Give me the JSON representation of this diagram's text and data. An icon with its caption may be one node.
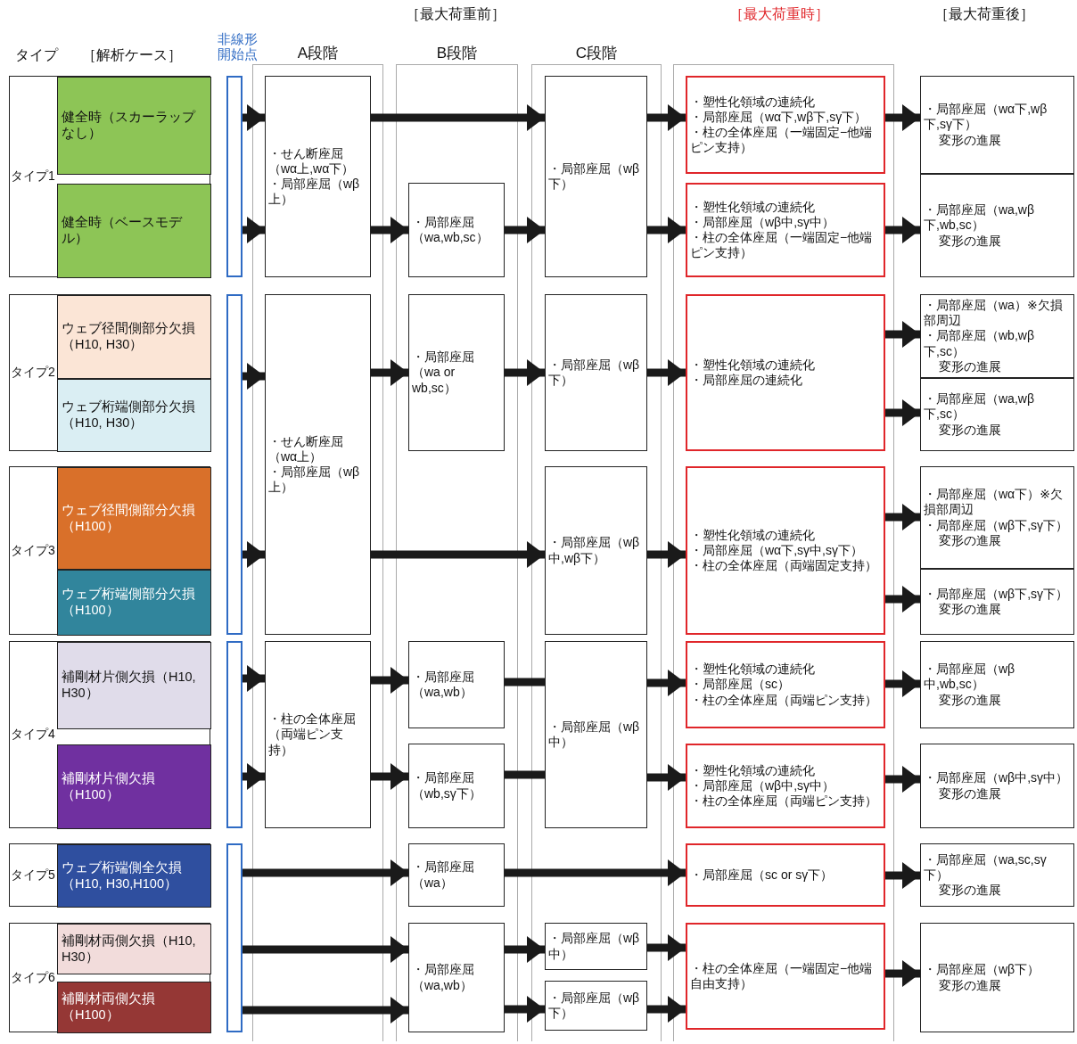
{
  "diagram": {
    "nodes": [
      {
        "text": [
          "タイプ1"
        ]
      },
      {
        "text": [
          "健全時（スカーラップなし）"
        ],
        "in": 0
      },
      {
        "text": [
          "健全時（ベースモデル）"
        ],
        "in": 0
      },
      {
        "text": [
          "タイプ2"
        ]
      },
      {
        "text": [
          "ウェブ径間側部分欠損（H10, H30）"
        ],
        "in": 3
      },
      {
        "text": [
          "ウェブ桁端側部分欠損（H10, H30）"
        ],
        "in": 3
      },
      {
        "text": [
          "タイプ3"
        ]
      },
      {
        "text": [
          "ウェブ径間側部分欠損（H100）"
        ],
        "in": 6
      },
      {
        "text": [
          "ウェブ桁端側部分欠損（H100）"
        ],
        "in": 6
      },
      {
        "text": [
          "タイプ4"
        ]
      },
      {
        "text": [
          "補剛材片側欠損（H10, H30）"
        ],
        "in": 9
      },
      {
        "text": [
          "補剛材片側欠損（H100）"
        ],
        "in": 9
      },
      {
        "text": [
          "タイプ5"
        ]
      },
      {
        "text": [
          "ウェブ桁端側全欠損（H10, H30,H100）"
        ],
        "in": 12
      },
      {
        "text": [
          "タイプ6"
        ]
      },
      {
        "text": [
          "補剛材両側欠損（H10, H30）"
        ],
        "in": 14
      },
      {
        "text": [
          "補剛材両側欠損（H100）"
        ],
        "in": 14
      },
      {
        "text": [],
        "shape": "bar"
      },
      {
        "text": [],
        "shape": "bar"
      },
      {
        "text": [],
        "shape": "bar"
      },
      {
        "text": [],
        "shape": "bar"
      },
      {
        "text": [
          "A段階"
        ]
      },
      {
        "text": [
          "・せん断座屈（wα上,wα下）",
          "・局部座屈（wβ上）"
        ],
        "in": 21
      },
      {
        "text": [
          "・せん断座屈（wα上）",
          "・局部座屈（wβ上）"
        ],
        "in": 21
      },
      {
        "text": [
          "・柱の全体座屈（両端ピン支持）"
        ],
        "in": 21
      },
      {
        "text": [
          "B段階"
        ]
      },
      {
        "text": [
          "・局部座屈（wa,wb,sc）"
        ],
        "in": 25
      },
      {
        "text": [
          "・局部座屈（wa or wb,sc）"
        ],
        "in": 25
      },
      {
        "text": [
          "・局部座屈（wa,wb）"
        ],
        "in": 25
      },
      {
        "text": [
          "・局部座屈（wb,sγ下）"
        ],
        "in": 25
      },
      {
        "text": [
          "・局部座屈（wa）"
        ],
        "in": 25
      },
      {
        "text": [
          "・局部座屈（wa,wb）"
        ],
        "in": 25
      },
      {
        "text": [
          "C段階"
        ]
      },
      {
        "text": [
          "・局部座屈（wβ下）"
        ],
        "in": 32
      },
      {
        "text": [
          "・局部座屈（wβ下）"
        ],
        "in": 32
      },
      {
        "text": [
          "・局部座屈（wβ中,wβ下）"
        ],
        "in": 32
      },
      {
        "text": [
          "・局部座屈（wβ中）"
        ],
        "in": 32
      },
      {
        "text": [
          "・局部座屈（wβ中）"
        ],
        "in": 32
      },
      {
        "text": [
          "・局部座屈（wβ下）"
        ],
        "in": 32
      },
      {
        "text": [],
        "shape": "box"
      },
      {
        "text": [
          "・塑性化領域の連続化",
          "・局部座屈（wα下,wβ下,sγ下）",
          "・柱の全体座屈（一端固定−他端ピン支持）"
        ],
        "in": 39
      },
      {
        "text": [
          "・塑性化領域の連続化",
          "・局部座屈（wβ中,sγ中）",
          "・柱の全体座屈（一端固定−他端ピン支持）"
        ],
        "in": 39
      },
      {
        "text": [
          "・塑性化領域の連続化",
          "・局部座屈の連続化"
        ],
        "in": 39
      },
      {
        "text": [
          "・塑性化領域の連続化",
          "・局部座屈（wα下,sγ中,sγ下）",
          "・柱の全体座屈（両端固定支持）"
        ],
        "in": 39
      },
      {
        "text": [
          "・塑性化領域の連続化",
          "・局部座屈（sc）",
          "・柱の全体座屈（両端ピン支持）"
        ],
        "in": 39
      },
      {
        "text": [
          "・塑性化領域の連続化",
          "・局部座屈（wβ中,sγ中）",
          "・柱の全体座屈（両端ピン支持）"
        ],
        "in": 39
      },
      {
        "text": [
          "・局部座屈（sc or sγ下）"
        ],
        "in": 39
      },
      {
        "text": [
          "・柱の全体座屈（一端固定−他端自由支持）"
        ],
        "in": 39
      },
      {
        "text": [
          "・局部座屈（wα下,wβ下,sγ下）",
          "変形の進展"
        ]
      },
      {
        "text": [
          "・局部座屈（wa,wβ下,wb,sc）",
          "変形の進展"
        ]
      },
      {
        "text": [
          "・局部座屈（wa）※欠損部周辺",
          "・局部座屈（wb,wβ下,sc）",
          "変形の進展"
        ]
      },
      {
        "text": [
          "・局部座屈（wa,wβ下,sc）",
          "変形の進展"
        ]
      },
      {
        "text": [
          "・局部座屈（wα下）※欠損部周辺",
          "・局部座屈（wβ下,sγ下）",
          "変形の進展"
        ]
      },
      {
        "text": [
          "・局部座屈（wβ下,sγ下）",
          "変形の進展"
        ]
      },
      {
        "text": [
          "・局部座屈（wβ中,wb,sc）",
          "変形の進展"
        ]
      },
      {
        "text": [
          "・局部座屈（wβ中,sγ中）",
          "変形の進展"
        ]
      },
      {
        "text": [
          "・局部座屈（wa,sc,sγ下）",
          "変形の進展"
        ]
      },
      {
        "text": [
          "・局部座屈（wβ下）",
          "変形の進展"
        ]
      }
    ],
    "edges": [
      {
        "from": 17,
        "to": 22,
        "arrow": "to"
      },
      {
        "from": 17,
        "to": 22,
        "arrow": "to"
      },
      {
        "from": 22,
        "to": 33,
        "arrow": "to"
      },
      {
        "from": 22,
        "to": 26,
        "arrow": "to"
      },
      {
        "from": 26,
        "to": 33,
        "arrow": "to"
      },
      {
        "from": 33,
        "to": 40,
        "arrow": "to"
      },
      {
        "from": 33,
        "to": 41,
        "arrow": "to"
      },
      {
        "from": 40,
        "to": 48,
        "arrow": "to"
      },
      {
        "from": 41,
        "to": 49,
        "arrow": "to"
      },
      {
        "from": 18,
        "to": 23,
        "arrow": "to"
      },
      {
        "from": 18,
        "to": 23,
        "arrow": "to"
      },
      {
        "from": 23,
        "to": 27,
        "arrow": "to"
      },
      {
        "from": 27,
        "to": 34,
        "arrow": "to"
      },
      {
        "from": 34,
        "to": 42,
        "arrow": "to"
      },
      {
        "from": 42,
        "to": 50,
        "arrow": "to"
      },
      {
        "from": 42,
        "to": 51,
        "arrow": "to"
      },
      {
        "from": 23,
        "to": 35,
        "arrow": "to"
      },
      {
        "from": 35,
        "to": 43,
        "arrow": "to"
      },
      {
        "from": 43,
        "to": 52,
        "arrow": "to"
      },
      {
        "from": 43,
        "to": 53,
        "arrow": "to"
      },
      {
        "from": 19,
        "to": 24,
        "arrow": "to"
      },
      {
        "from": 19,
        "to": 24,
        "arrow": "to"
      },
      {
        "from": 24,
        "to": 28,
        "arrow": "to"
      },
      {
        "from": 24,
        "to": 29,
        "arrow": "to"
      },
      {
        "from": 28,
        "to": 36,
        "arrow": "none"
      },
      {
        "from": 29,
        "to": 36,
        "arrow": "none"
      },
      {
        "from": 36,
        "to": 44,
        "arrow": "to"
      },
      {
        "from": 36,
        "to": 45,
        "arrow": "to"
      },
      {
        "from": 44,
        "to": 54,
        "arrow": "to"
      },
      {
        "from": 45,
        "to": 55,
        "arrow": "to"
      },
      {
        "from": 20,
        "to": 30,
        "arrow": "to"
      },
      {
        "from": 30,
        "to": 46,
        "arrow": "to"
      },
      {
        "from": 46,
        "to": 56,
        "arrow": "to"
      },
      {
        "from": 20,
        "to": 31,
        "arrow": "to"
      },
      {
        "from": 20,
        "to": 31,
        "arrow": "to"
      },
      {
        "from": 31,
        "to": 37,
        "arrow": "to"
      },
      {
        "from": 31,
        "to": 38,
        "arrow": "to"
      },
      {
        "from": 37,
        "to": 47,
        "arrow": "to"
      },
      {
        "from": 38,
        "to": 47,
        "arrow": "to"
      },
      {
        "from": 47,
        "to": 57,
        "arrow": "to"
      }
    ],
    "labels": [
      "［最大荷重前］",
      "［最大荷重時］",
      "［最大荷重後］",
      "タイプ",
      "［解析ケース］",
      "非線形開始点"
    ]
  }
}
